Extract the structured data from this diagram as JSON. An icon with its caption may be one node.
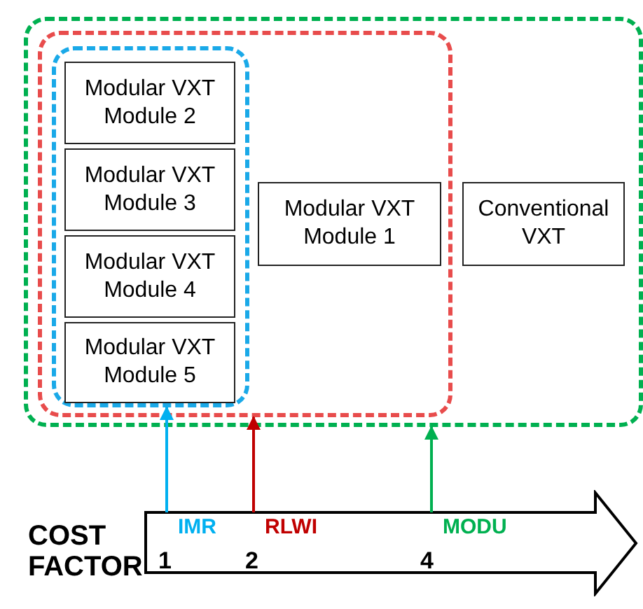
{
  "diagram": {
    "nodes": [
      {
        "text": [],
        "shape": "box"
      },
      {
        "text": [],
        "shape": "box",
        "in": 0
      },
      {
        "text": [],
        "shape": "box",
        "in": 1
      },
      {
        "text": [
          "Modular VXT Module 2"
        ],
        "in": 2
      },
      {
        "text": [
          "Modular VXT Module 3"
        ],
        "in": 2
      },
      {
        "text": [
          "Modular VXT Module 4"
        ],
        "in": 2
      },
      {
        "text": [
          "Modular VXT Module 5"
        ],
        "in": 2
      },
      {
        "text": [
          "Modular VXT Module 1"
        ],
        "in": 1
      },
      {
        "text": [
          "Conventional VXT"
        ],
        "in": 0
      },
      {
        "text": [],
        "shape": "arrow"
      }
    ],
    "edges": [
      {
        "from": 9,
        "to": 2,
        "arrow": "to",
        "label": "IMR",
        "color": "#00b0f0"
      },
      {
        "from": 9,
        "to": 1,
        "arrow": "to",
        "label": "RLWI",
        "color": "#c00000"
      },
      {
        "from": 9,
        "to": 0,
        "arrow": "to",
        "label": "MODU",
        "color": "#00b050"
      }
    ],
    "labels": [
      "COST FACTOR",
      "1",
      "2",
      "4"
    ]
  }
}
